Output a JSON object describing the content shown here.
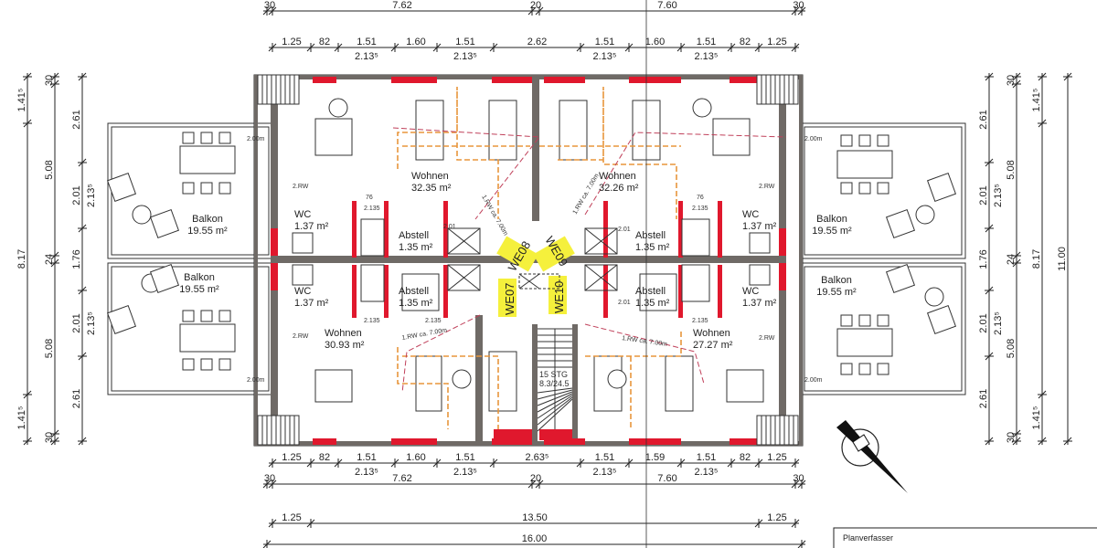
{
  "dimensions": {
    "top_outer": [
      "30",
      "7.62",
      "20",
      "7.60",
      "30"
    ],
    "top_inner": [
      "1.25",
      "82",
      "1.51",
      "1.60",
      "1.51",
      "2.62",
      "1.51",
      "1.60",
      "1.51",
      "82",
      "1.25"
    ],
    "top_inner_sub": [
      "2.13⁵",
      "2.13⁵",
      "2.13⁵",
      "2.13⁵"
    ],
    "bottom_inner": [
      "1.25",
      "82",
      "1.51",
      "1.60",
      "1.51",
      "2.63⁵",
      "1.51",
      "1.59",
      "1.51",
      "82",
      "1.25"
    ],
    "bottom_inner_sub": [
      "2.13⁵",
      "2.13⁵",
      "2.13⁵",
      "2.13⁵"
    ],
    "bottom_outer": [
      "30",
      "7.62",
      "20",
      "7.60",
      "30"
    ],
    "bottom_total_parts": [
      "1.25",
      "13.50",
      "1.25"
    ],
    "bottom_total": [
      "16.00"
    ],
    "left_outer": [
      "1.41⁵",
      "8.17",
      "1.41⁵"
    ],
    "left_mid": [
      "30",
      "5.08",
      "24",
      "5.08",
      "30"
    ],
    "left_inner": [
      "2.61",
      "2.01",
      "1.76",
      "2.01",
      "2.61"
    ],
    "left_inner_sub": [
      "2.13⁵",
      "2.13⁵"
    ],
    "right_inner": [
      "2.61",
      "2.01",
      "1.76",
      "2.01",
      "2.61"
    ],
    "right_inner_sub": [
      "2.13⁵",
      "2.13⁵"
    ],
    "right_mid": [
      "30",
      "5.08",
      "24",
      "5.08",
      "30"
    ],
    "right_outer": [
      "1.41⁵",
      "8.17",
      "1.41⁵"
    ],
    "right_total": [
      "11.00"
    ]
  },
  "rooms": {
    "balkon_nw": {
      "name": "Balkon",
      "area": "19.55 m²"
    },
    "balkon_sw": {
      "name": "Balkon",
      "area": "19.55 m²"
    },
    "balkon_ne": {
      "name": "Balkon",
      "area": "19.55 m²"
    },
    "balkon_se": {
      "name": "Balkon",
      "area": "19.55 m²"
    },
    "wohnen_nw": {
      "name": "Wohnen",
      "area": "32.35 m²"
    },
    "wohnen_ne": {
      "name": "Wohnen",
      "area": "32.26 m²"
    },
    "wohnen_sw": {
      "name": "Wohnen",
      "area": "30.93 m²"
    },
    "wohnen_se": {
      "name": "Wohnen",
      "area": "27.27 m²"
    },
    "wc_nw": {
      "name": "WC",
      "area": "1.37 m²"
    },
    "wc_sw": {
      "name": "WC",
      "area": "1.37 m²"
    },
    "wc_ne": {
      "name": "WC",
      "area": "1.37 m²"
    },
    "wc_se": {
      "name": "WC",
      "area": "1.37 m²"
    },
    "abstell_nw": {
      "name": "Abstell",
      "area": "1.35 m²"
    },
    "abstell_sw": {
      "name": "Abstell",
      "area": "1.35 m²"
    },
    "abstell_ne": {
      "name": "Abstell",
      "area": "1.35 m²"
    },
    "abstell_se": {
      "name": "Abstell",
      "area": "1.35 m²"
    }
  },
  "units": [
    "WE07",
    "WE08",
    "WE09",
    "WE10"
  ],
  "stair": {
    "steps": "15 STG",
    "ratio": "8.3/24.5"
  },
  "annotations": {
    "balcony_depth": "2.00m",
    "door_width": "76",
    "door_height_wc": "2.135",
    "door_height_abstell": "2.01",
    "rw": "2.RW",
    "escape_route": "1.RW ca. 7.00m"
  },
  "title_block": {
    "label": "Planverfasser"
  },
  "colors": {
    "wall": "#6f6a66",
    "window": "#e0182d",
    "electrical": "#e8963c",
    "unit_highlight": "#f5f03c",
    "escape_route": "#c0405a"
  },
  "icons": [
    "north-arrow-icon"
  ]
}
